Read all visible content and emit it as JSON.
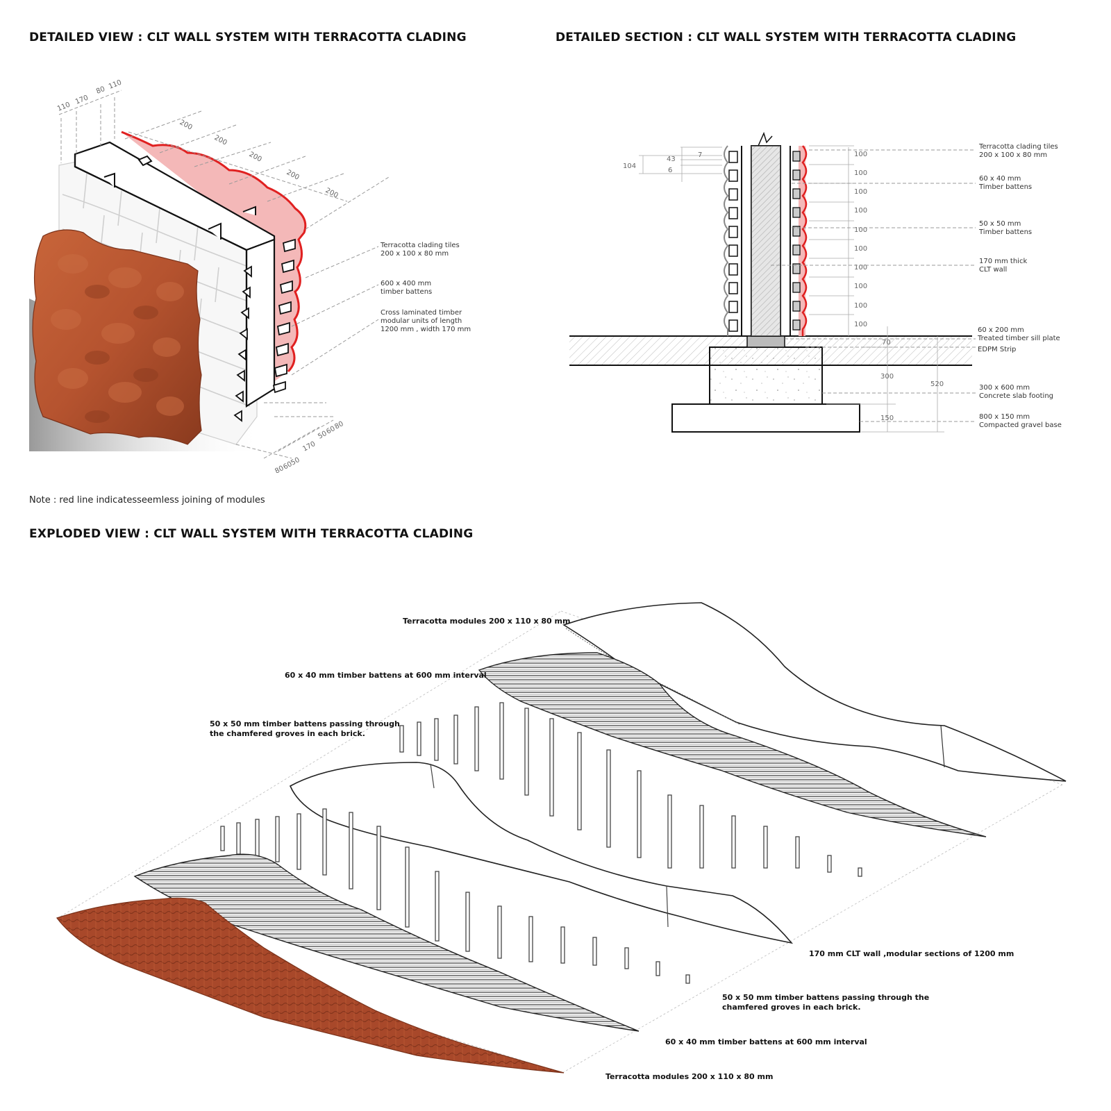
{
  "headings": {
    "detailed_view": "DETAILED VIEW : CLT WALL SYSTEM WITH TERRACOTTA CLADING",
    "detailed_section": "DETAILED SECTION : CLT WALL SYSTEM WITH TERRACOTTA CLADING",
    "exploded_view": "EXPLODED VIEW : CLT WALL SYSTEM WITH TERRACOTTA CLADING"
  },
  "note": "Note : red line indicatesseemless joining of modules",
  "detailed_view": {
    "top_dims": [
      "110",
      "170",
      "80",
      "110"
    ],
    "spacing_dims": [
      "200",
      "200",
      "200",
      "200",
      "200"
    ],
    "bottom_dims": [
      "80",
      "60",
      "50",
      "170",
      "50",
      "60",
      "80"
    ],
    "labels": [
      [
        "Terracotta clading tiles",
        "200 x 100 x 80 mm"
      ],
      [
        "600 x 400 mm",
        "timber battens"
      ],
      [
        "Cross laminated timber",
        "modular units of length",
        "1200 mm , width 170 mm"
      ]
    ]
  },
  "detailed_section": {
    "left_dims": [
      "104",
      "43",
      "6",
      "7"
    ],
    "row_dims": [
      "100",
      "100",
      "100",
      "100",
      "100",
      "100",
      "100",
      "100",
      "100",
      "100"
    ],
    "base_dims": [
      "70",
      "300",
      "520",
      "150"
    ],
    "labels": [
      [
        "Terracotta clading tiles",
        "200 x 100 x 80 mm"
      ],
      [
        "60 x 40 mm",
        "Timber battens"
      ],
      [
        "50 x 50 mm",
        "Timber battens"
      ],
      [
        "170 mm thick",
        "CLT wall"
      ],
      [
        "60 x 200 mm",
        "Treated timber sill plate"
      ],
      [
        "EDPM Strip"
      ],
      [
        "300 x 600 mm",
        "Concrete slab footing"
      ],
      [
        "800 x 150 mm",
        "Compacted gravel base"
      ]
    ]
  },
  "exploded_view": {
    "labels": {
      "top_terracotta": "Terracotta modules 200 x 110 x 80 mm",
      "top_battens_60": "60 x 40 mm timber battens at 600 mm interval",
      "top_battens_50_line1": "50 x 50 mm timber battens passing through",
      "top_battens_50_line2": "the chamfered groves in each brick.",
      "clt_wall": "170 mm CLT wall ,modular sections of 1200 mm",
      "bottom_battens_50_line1": "50 x 50 mm timber battens passing through the",
      "bottom_battens_50_line2": "chamfered groves in each brick.",
      "bottom_battens_60": "60 x 40 mm timber battens at 600 mm interval",
      "bottom_terracotta": "Terracotta modules 200 x 110 x 80 mm"
    }
  },
  "colors": {
    "terracotta": "#b5532f",
    "terracotta_dark": "#8a3a1e",
    "seam_red": "#e02020",
    "seam_fill": "#f4b8b8"
  }
}
